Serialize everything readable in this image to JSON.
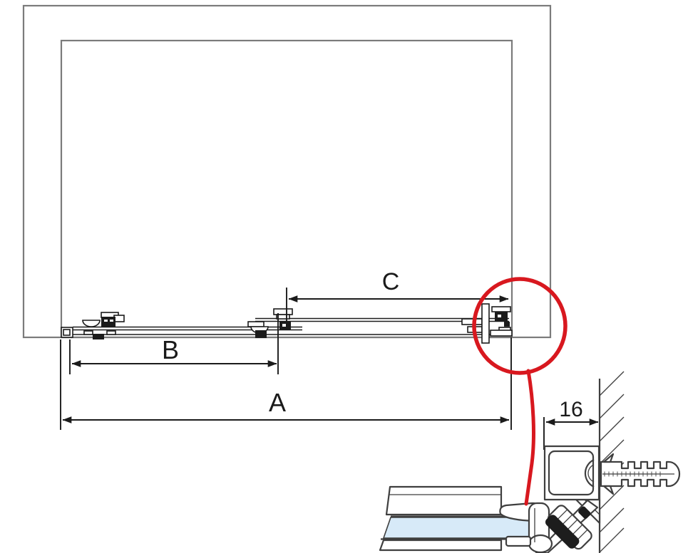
{
  "labels": {
    "dim_a": "A",
    "dim_b": "B",
    "dim_c": "C",
    "detail_dim": "16"
  },
  "colors": {
    "highlight_red": "#d8181f",
    "glass_blue": "#d7eaf8",
    "outline_gray": "#7b7b7b",
    "drawing_black": "#1b1b1b",
    "detail_gray": "#3f3f3f"
  }
}
